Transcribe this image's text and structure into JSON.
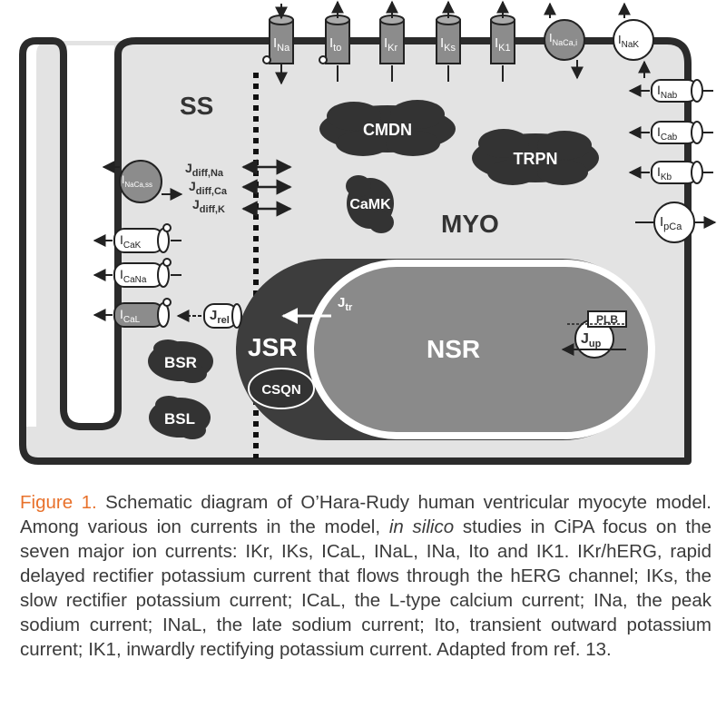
{
  "compartments": {
    "ss": "SS",
    "myo": "MYO",
    "jsr": "JSR",
    "nsr": "NSR"
  },
  "buffers": {
    "cmdn": "CMDN",
    "trpn": "TRPN",
    "camk": "CaMK",
    "csqn": "CSQN",
    "bsr": "BSR",
    "bsl": "BSL"
  },
  "top_channels": [
    {
      "base": "I",
      "sub": "Na"
    },
    {
      "base": "I",
      "sub": "to"
    },
    {
      "base": "I",
      "sub": "Kr"
    },
    {
      "base": "I",
      "sub": "Ks"
    },
    {
      "base": "I",
      "sub": "K1"
    },
    {
      "base": "I",
      "sub": "NaCa,i"
    },
    {
      "base": "I",
      "sub": "NaK"
    }
  ],
  "right_channels": [
    {
      "base": "I",
      "sub": "Nab"
    },
    {
      "base": "I",
      "sub": "Cab"
    },
    {
      "base": "I",
      "sub": "Kb"
    },
    {
      "base": "I",
      "sub": "pCa"
    }
  ],
  "left_channels": [
    {
      "base": "I",
      "sub": "NaCa,ss"
    },
    {
      "base": "I",
      "sub": "CaK"
    },
    {
      "base": "I",
      "sub": "CaNa"
    },
    {
      "base": "I",
      "sub": "CaL"
    }
  ],
  "fluxes": {
    "jrel": {
      "base": "J",
      "sub": "rel"
    },
    "jtr": {
      "base": "J",
      "sub": "tr"
    },
    "jup": {
      "base": "J",
      "sub": "up"
    },
    "plb": "PLB",
    "diff": [
      {
        "base": "J",
        "sub": "diff,Na"
      },
      {
        "base": "J",
        "sub": "diff,Ca"
      },
      {
        "base": "J",
        "sub": "diff,K"
      }
    ]
  },
  "colors": {
    "cell_fill": "#e3e3e3",
    "outline": "#2b2b2b",
    "channel_gray": "#8c8c8c",
    "jsr_fill": "#3d3d3d",
    "nsr_fill": "#8a8a8a",
    "cloud_fill": "#333333",
    "caption_accent": "#e8712b"
  },
  "caption": {
    "figure_label": "Figure 1.",
    "text_before_italic": " Schematic diagram of O’Hara-Rudy human ventricular myocyte model. Among various ion currents in the model, ",
    "italic": "in silico",
    "text_after_italic": " studies in CiPA focus on the seven major ion currents: IKr, IKs, ICaL, INaL, INa, Ito and IK1. IKr/hERG, rapid delayed rectifier potassium current that flows through the hERG channel; IKs, the slow rectifier potassium current; ICaL, the L-type calcium current; INa, the peak sodium current; INaL, the late sodium current; Ito, transient outward potassium current; IK1, inwardly rectifying potassium current. Adapted from ref. 13."
  }
}
